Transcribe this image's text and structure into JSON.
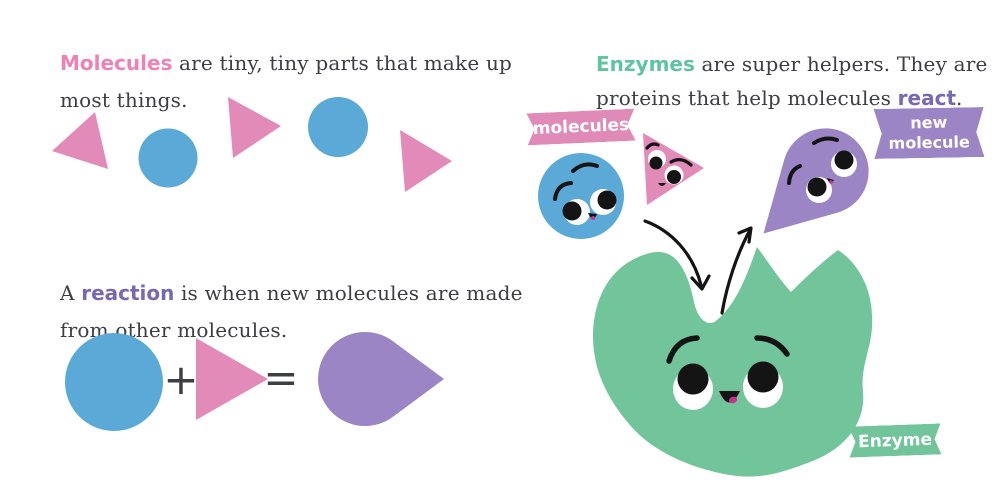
{
  "left_page": {
    "para1": {
      "line1": {
        "term": "Molecules",
        "rest": " are tiny, tiny parts that make up"
      },
      "line2": "most things."
    },
    "para2": {
      "line1": {
        "pre": "A ",
        "term": "reaction",
        "rest": " is when new molecules are made"
      },
      "line2": "from other molecules."
    },
    "equation": {
      "plus": "+",
      "equals": "="
    }
  },
  "right_page": {
    "para": {
      "line1": {
        "term": "Enzymes",
        "rest": " are super helpers. They are"
      },
      "line2": {
        "pre": "proteins that help molecules ",
        "term": "react",
        "end": "."
      }
    },
    "labels": {
      "molecules": "molecules",
      "new_molecule": "new molecule",
      "enzyme": "Enzyme"
    }
  },
  "colors": {
    "pink": "#e28ab8",
    "blue": "#5aa9d6",
    "purple": "#9c85c4",
    "green": "#72c59b",
    "text_dark": "#3d3d44",
    "term_pink": "#ec82b8",
    "term_purple": "#7668b5",
    "term_green": "#5fc4a0"
  }
}
